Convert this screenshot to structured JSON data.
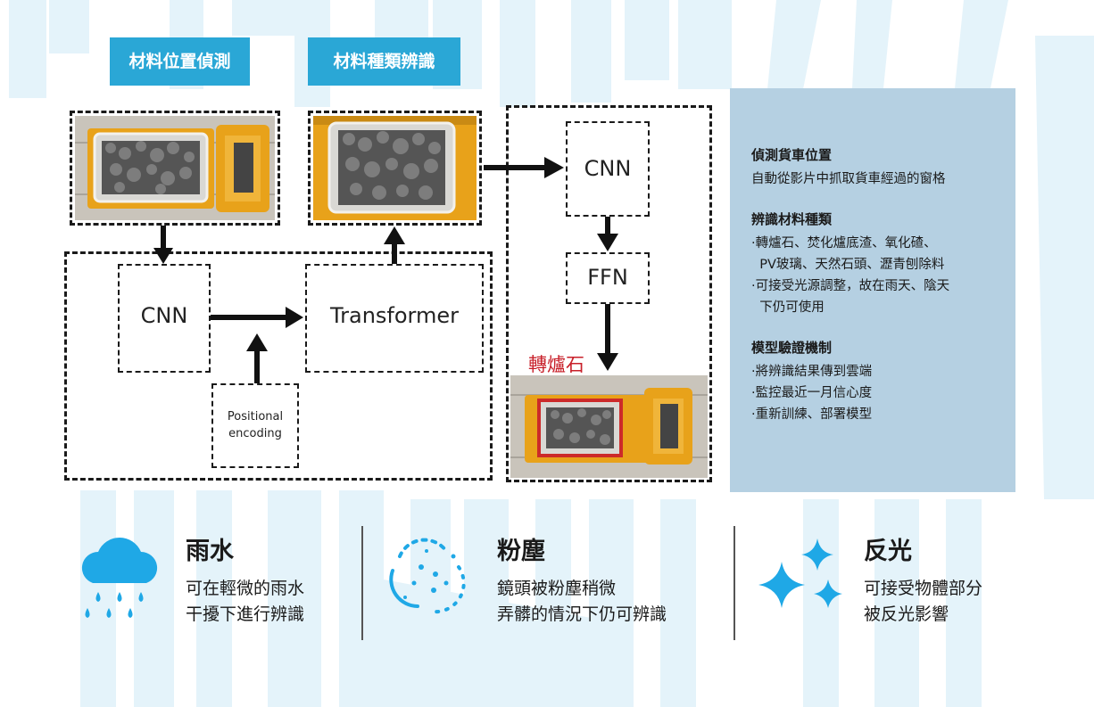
{
  "tags": {
    "position_detection": "材料位置偵測",
    "type_recognition": "材料種類辨識"
  },
  "diagram": {
    "cnn_left": "CNN",
    "transformer": "Transformer",
    "positional_line1": "Positional",
    "positional_line2": "encoding",
    "cnn_right": "CNN",
    "ffn": "FFN",
    "result_label": "轉爐石"
  },
  "panel": {
    "sections": [
      {
        "title": "偵測貨車位置",
        "lines": [
          "自動從影片中抓取貨車經過的窗格"
        ]
      },
      {
        "title": "辨識材料種類",
        "lines": [
          "·轉爐石、焚化爐底渣、氧化碴、",
          "  PV玻璃、天然石頭、瀝青刨除料",
          "·可接受光源調整，故在雨天、陰天",
          "  下仍可使用"
        ]
      },
      {
        "title": "模型驗證機制",
        "lines": [
          "·將辨識結果傳到雲端",
          "·監控最近一月信心度",
          "·重新訓練、部署模型"
        ]
      }
    ]
  },
  "features": [
    {
      "title": "雨水",
      "lines": [
        "可在輕微的雨水",
        "干擾下進行辨識"
      ],
      "icon": "rain-cloud-icon"
    },
    {
      "title": "粉塵",
      "lines": [
        "鏡頭被粉塵稍微",
        "弄髒的情況下仍可辨識"
      ],
      "icon": "dust-icon"
    },
    {
      "title": "反光",
      "lines": [
        "可接受物體部分",
        "被反光影響"
      ],
      "icon": "sparkle-icon"
    }
  ],
  "colors": {
    "accent": "#2aa7d6",
    "panel": "#b5d0e2",
    "result_red": "#c8202a",
    "icon_blue": "#1fa8e6"
  }
}
